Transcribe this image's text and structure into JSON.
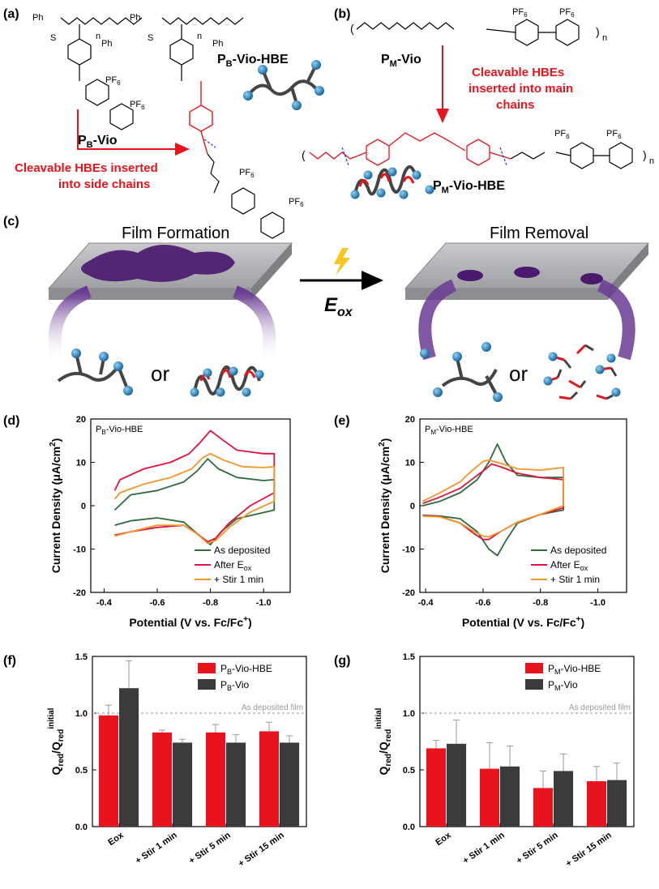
{
  "panels": {
    "a": {
      "label": "(a)",
      "polymer_b": "P",
      "polymer_b_sub": "B",
      "polymer_b_suffix": "-Vio",
      "polymer_bh": "P",
      "polymer_bh_sub": "B",
      "polymer_bh_suffix": "-Vio-HBE",
      "note_line1": "Cleavable HBEs inserted",
      "note_line2": "into side chains",
      "ph": "Ph",
      "s": "S",
      "n": "n",
      "pf6": "PF",
      "pf6_sub": "6"
    },
    "b": {
      "label": "(b)",
      "polymer_m": "P",
      "polymer_m_sub": "M",
      "polymer_m_suffix": "-Vio",
      "polymer_mh": "P",
      "polymer_mh_sub": "M",
      "polymer_mh_suffix": "-Vio-HBE",
      "note_line1": "Cleavable HBEs",
      "note_line2": "inserted into main",
      "note_line3": "chains",
      "n": "n"
    },
    "c": {
      "label": "(c)",
      "left_title": "Film Formation",
      "right_title": "Film Removal",
      "arrow_label": "E",
      "arrow_label_sub": "ox",
      "or_text": "or"
    },
    "d": {
      "label": "(d)"
    },
    "e": {
      "label": "(e)"
    },
    "f": {
      "label": "(f)"
    },
    "g": {
      "label": "(g)"
    }
  },
  "colors": {
    "red": "#e8141d",
    "dark_gray": "#3b3b3b",
    "green": "#2e6b3a",
    "crimson": "#e0133f",
    "orange": "#f4952a",
    "purple": "#4b1a6e",
    "blue_bead": "#1b75bc"
  },
  "chart_data": [
    {
      "id": "d",
      "type": "line",
      "title_main": "P",
      "title_sub": "B",
      "title_suffix": "-Vio-HBE",
      "xlabel": "Potential (V vs. Fc/Fc",
      "xlabel_sup": "+",
      "xlabel_end": ")",
      "ylabel": "Current Density (μA/cm",
      "ylabel_sup": "2",
      "ylabel_end": ")",
      "xlim": [
        -0.35,
        -1.1
      ],
      "ylim": [
        -20,
        20
      ],
      "xticks": [
        "-0.4",
        "-0.6",
        "-0.8",
        "-1.0"
      ],
      "xtick_values": [
        -0.4,
        -0.6,
        -0.8,
        -1.0
      ],
      "yticks": [
        "20",
        "10",
        "0",
        "-10",
        "-20"
      ],
      "ytick_values": [
        20,
        10,
        0,
        -10,
        -20
      ],
      "series": [
        {
          "name": "As deposited",
          "color": "#2e6b3a",
          "x": [
            -0.44,
            -0.5,
            -0.6,
            -0.7,
            -0.75,
            -0.79,
            -0.83,
            -0.9,
            -1.0,
            -1.04,
            -1.04,
            -0.9,
            -0.84,
            -0.8,
            -0.77,
            -0.7,
            -0.6,
            -0.5,
            -0.44
          ],
          "y": [
            -1,
            2.5,
            3.5,
            5.5,
            8,
            10.8,
            8.5,
            6.5,
            5.8,
            6,
            -1,
            -3,
            -6,
            -9,
            -7.5,
            -3.8,
            -2.8,
            -3.5,
            -4.5
          ]
        },
        {
          "name": "After E",
          "name_sub": "ox",
          "color": "#e0133f",
          "x": [
            -0.44,
            -0.46,
            -0.55,
            -0.65,
            -0.72,
            -0.76,
            -0.8,
            -0.85,
            -0.9,
            -1.0,
            -1.04,
            -1.04,
            -0.95,
            -0.87,
            -0.82,
            -0.79,
            -0.75,
            -0.7,
            -0.6,
            -0.5,
            -0.44
          ],
          "y": [
            3.5,
            6,
            8.5,
            10,
            12,
            14.5,
            17.3,
            15,
            12.8,
            12,
            12,
            3,
            0,
            -4,
            -7.5,
            -8.3,
            -6.5,
            -4.5,
            -5,
            -6,
            -6.8
          ]
        },
        {
          "name": "+ Stir 1 min",
          "color": "#f4952a",
          "x": [
            -0.44,
            -0.46,
            -0.55,
            -0.65,
            -0.73,
            -0.77,
            -0.8,
            -0.85,
            -0.92,
            -1.0,
            -1.04,
            -1.04,
            -0.95,
            -0.87,
            -0.82,
            -0.79,
            -0.75,
            -0.7,
            -0.6,
            -0.5,
            -0.44
          ],
          "y": [
            1.5,
            3,
            5,
            6.5,
            8.5,
            11,
            12,
            10.5,
            9,
            8.8,
            9,
            1,
            -1.5,
            -5,
            -8,
            -8.7,
            -6.5,
            -4.5,
            -4.5,
            -6,
            -7
          ]
        }
      ]
    },
    {
      "id": "e",
      "type": "line",
      "title_main": "P",
      "title_sub": "M",
      "title_suffix": "-Vio-HBE",
      "xlabel": "Potential (V vs. Fc/Fc",
      "xlabel_sup": "+",
      "xlabel_end": ")",
      "ylabel": "Current Density (μA/cm",
      "ylabel_sup": "2",
      "ylabel_end": ")",
      "xlim": [
        -0.38,
        -1.1
      ],
      "ylim": [
        -20,
        20
      ],
      "xticks": [
        "-0.4",
        "-0.6",
        "-0.8",
        "-1.0"
      ],
      "xtick_values": [
        -0.4,
        -0.6,
        -0.8,
        -1.0
      ],
      "yticks": [
        "20",
        "10",
        "0",
        "-10",
        "-20"
      ],
      "ytick_values": [
        20,
        10,
        0,
        -10,
        -20
      ],
      "series": [
        {
          "name": "As deposited",
          "color": "#2e6b3a",
          "x": [
            -0.39,
            -0.45,
            -0.52,
            -0.58,
            -0.62,
            -0.65,
            -0.68,
            -0.72,
            -0.8,
            -0.88,
            -0.88,
            -0.8,
            -0.72,
            -0.68,
            -0.65,
            -0.62,
            -0.58,
            -0.52,
            -0.45,
            -0.39
          ],
          "y": [
            0,
            1,
            3,
            6,
            10,
            14.2,
            10,
            7,
            6.5,
            6.5,
            -1,
            -2,
            -4,
            -8,
            -11.5,
            -10,
            -6,
            -3,
            -2.4,
            -2.2
          ]
        },
        {
          "name": "After E",
          "name_sub": "ox",
          "color": "#e0133f",
          "x": [
            -0.39,
            -0.45,
            -0.52,
            -0.57,
            -0.61,
            -0.63,
            -0.66,
            -0.72,
            -0.8,
            -0.88,
            -0.88,
            -0.8,
            -0.72,
            -0.66,
            -0.62,
            -0.6,
            -0.57,
            -0.52,
            -0.45,
            -0.39
          ],
          "y": [
            0.5,
            2,
            4,
            6.5,
            8.5,
            9.6,
            9,
            7.5,
            6.5,
            6,
            -0.5,
            -2,
            -3.8,
            -6,
            -7.8,
            -7.8,
            -6.5,
            -4,
            -2.5,
            -2.3
          ]
        },
        {
          "name": "+ Stir 1 min",
          "color": "#f4952a",
          "x": [
            -0.39,
            -0.45,
            -0.52,
            -0.56,
            -0.6,
            -0.62,
            -0.65,
            -0.72,
            -0.8,
            -0.88,
            -0.88,
            -0.8,
            -0.72,
            -0.66,
            -0.62,
            -0.6,
            -0.57,
            -0.52,
            -0.45,
            -0.39
          ],
          "y": [
            1,
            3,
            5.5,
            8,
            10.2,
            10.5,
            10,
            8.5,
            8.2,
            8.8,
            0,
            -2,
            -3.8,
            -6,
            -7.2,
            -7,
            -6,
            -4,
            -2.6,
            -2.4
          ]
        }
      ]
    },
    {
      "id": "f",
      "type": "bar",
      "ylabel": "Q",
      "ylabel_sub": "red",
      "ylabel_mid": "/Q",
      "ylabel_sub2": "red",
      "ylabel_sup": "initial",
      "ylim": [
        0,
        1.5
      ],
      "yticks": [
        "1.5",
        "1.0",
        "0.5",
        "0.0"
      ],
      "ytick_values": [
        1.5,
        1.0,
        0.5,
        0.0
      ],
      "categories": [
        "Eox",
        "+ Stir 1 min",
        "+ Stir 5 min",
        "+ Stir 15 min"
      ],
      "reference_line": {
        "value": 1.0,
        "label": "As deposited film"
      },
      "series": [
        {
          "name": "P",
          "name_sub": "B",
          "name_suffix": "-Vio-HBE",
          "color": "#e8141d",
          "values": [
            0.98,
            0.83,
            0.83,
            0.84
          ],
          "errors": [
            0.09,
            0.02,
            0.07,
            0.08
          ]
        },
        {
          "name": "P",
          "name_sub": "B",
          "name_suffix": "-Vio",
          "color": "#3b3b3b",
          "values": [
            1.22,
            0.74,
            0.74,
            0.74
          ],
          "errors": [
            0.24,
            0.03,
            0.07,
            0.06
          ]
        }
      ]
    },
    {
      "id": "g",
      "type": "bar",
      "ylabel": "Q",
      "ylabel_sub": "red",
      "ylabel_mid": "/Q",
      "ylabel_sub2": "red",
      "ylabel_sup": "initial",
      "ylim": [
        0,
        1.5
      ],
      "yticks": [
        "1.5",
        "1.0",
        "0.5",
        "0.0"
      ],
      "ytick_values": [
        1.5,
        1.0,
        0.5,
        0.0
      ],
      "categories": [
        "Eox",
        "+ Stir 1 min",
        "+ Stir 5 min",
        "+ Stir 15 min"
      ],
      "reference_line": {
        "value": 1.0,
        "label": "As deposited film"
      },
      "series": [
        {
          "name": "P",
          "name_sub": "M",
          "name_suffix": "-Vio-HBE",
          "color": "#e8141d",
          "values": [
            0.69,
            0.51,
            0.34,
            0.4
          ],
          "errors": [
            0.07,
            0.23,
            0.15,
            0.13
          ]
        },
        {
          "name": "P",
          "name_sub": "M",
          "name_suffix": "-Vio",
          "color": "#3b3b3b",
          "values": [
            0.73,
            0.53,
            0.49,
            0.41
          ],
          "errors": [
            0.21,
            0.18,
            0.15,
            0.15
          ]
        }
      ]
    }
  ]
}
